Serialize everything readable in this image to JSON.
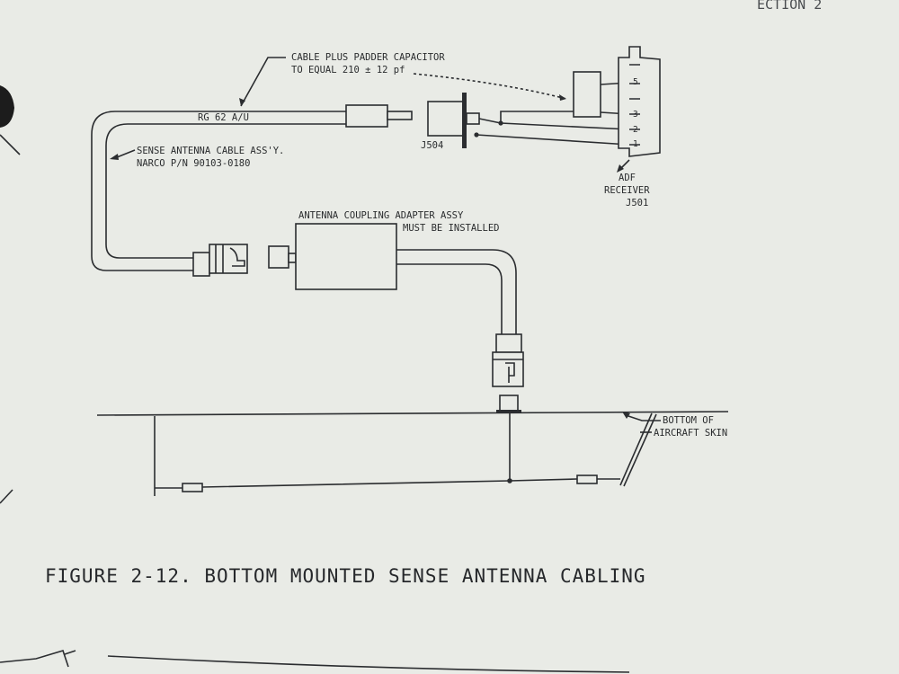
{
  "header": {
    "section": "ECTION 2"
  },
  "labels": {
    "capacitor_line1": "CABLE PLUS PADDER CAPACITOR",
    "capacitor_line2": "TO EQUAL 210 ± 12 pf",
    "cable_type": "RG 62 A/U",
    "sense_cable_line1": "SENSE ANTENNA CABLE ASS'Y.",
    "sense_cable_line2": "NARCO P/N 90103-0180",
    "connector_j504": "J504",
    "receiver_line1": "ADF",
    "receiver_line2": "RECEIVER",
    "receiver_line3": "J501",
    "adapter_line1": "ANTENNA COUPLING ADAPTER ASSY",
    "adapter_line2": "MUST BE INSTALLED",
    "skin_line1": "BOTTOM OF",
    "skin_line2": "AIRCRAFT SKIN"
  },
  "pins": [
    "5",
    "3",
    "2",
    "1"
  ],
  "caption": "FIGURE 2-12.   BOTTOM MOUNTED SENSE ANTENNA CABLING"
}
